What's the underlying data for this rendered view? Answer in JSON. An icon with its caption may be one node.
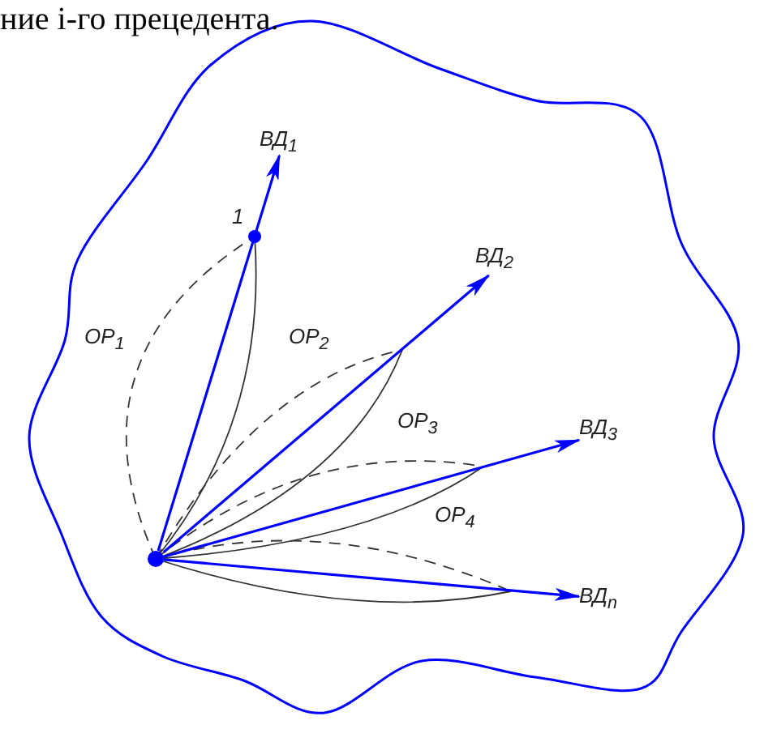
{
  "diagram": {
    "nodes": [
      {
        "text": [],
        "shape": "circle"
      },
      {
        "text": [
          "ВД$_{1}$"
        ]
      },
      {
        "text": [
          "ВД$_{2}$"
        ]
      },
      {
        "text": [
          "ВД$_{3}$"
        ]
      },
      {
        "text": [
          "ВД$_{n}$"
        ]
      }
    ],
    "edges": [
      {
        "from": 0,
        "to": 1,
        "arrow": "to",
        "color": "#0000ff"
      },
      {
        "from": 0,
        "to": 2,
        "arrow": "to",
        "color": "#0000ff"
      },
      {
        "from": 0,
        "to": 3,
        "arrow": "to",
        "color": "#0000ff"
      },
      {
        "from": 0,
        "to": 4,
        "arrow": "to",
        "color": "#0000ff"
      }
    ],
    "labels": [
      "ние і-го прецедента.",
      "1",
      "ОР$_{1}$",
      "ОР$_{2}$",
      "ОР$_{3}$",
      "ОР$_{4}$"
    ]
  }
}
